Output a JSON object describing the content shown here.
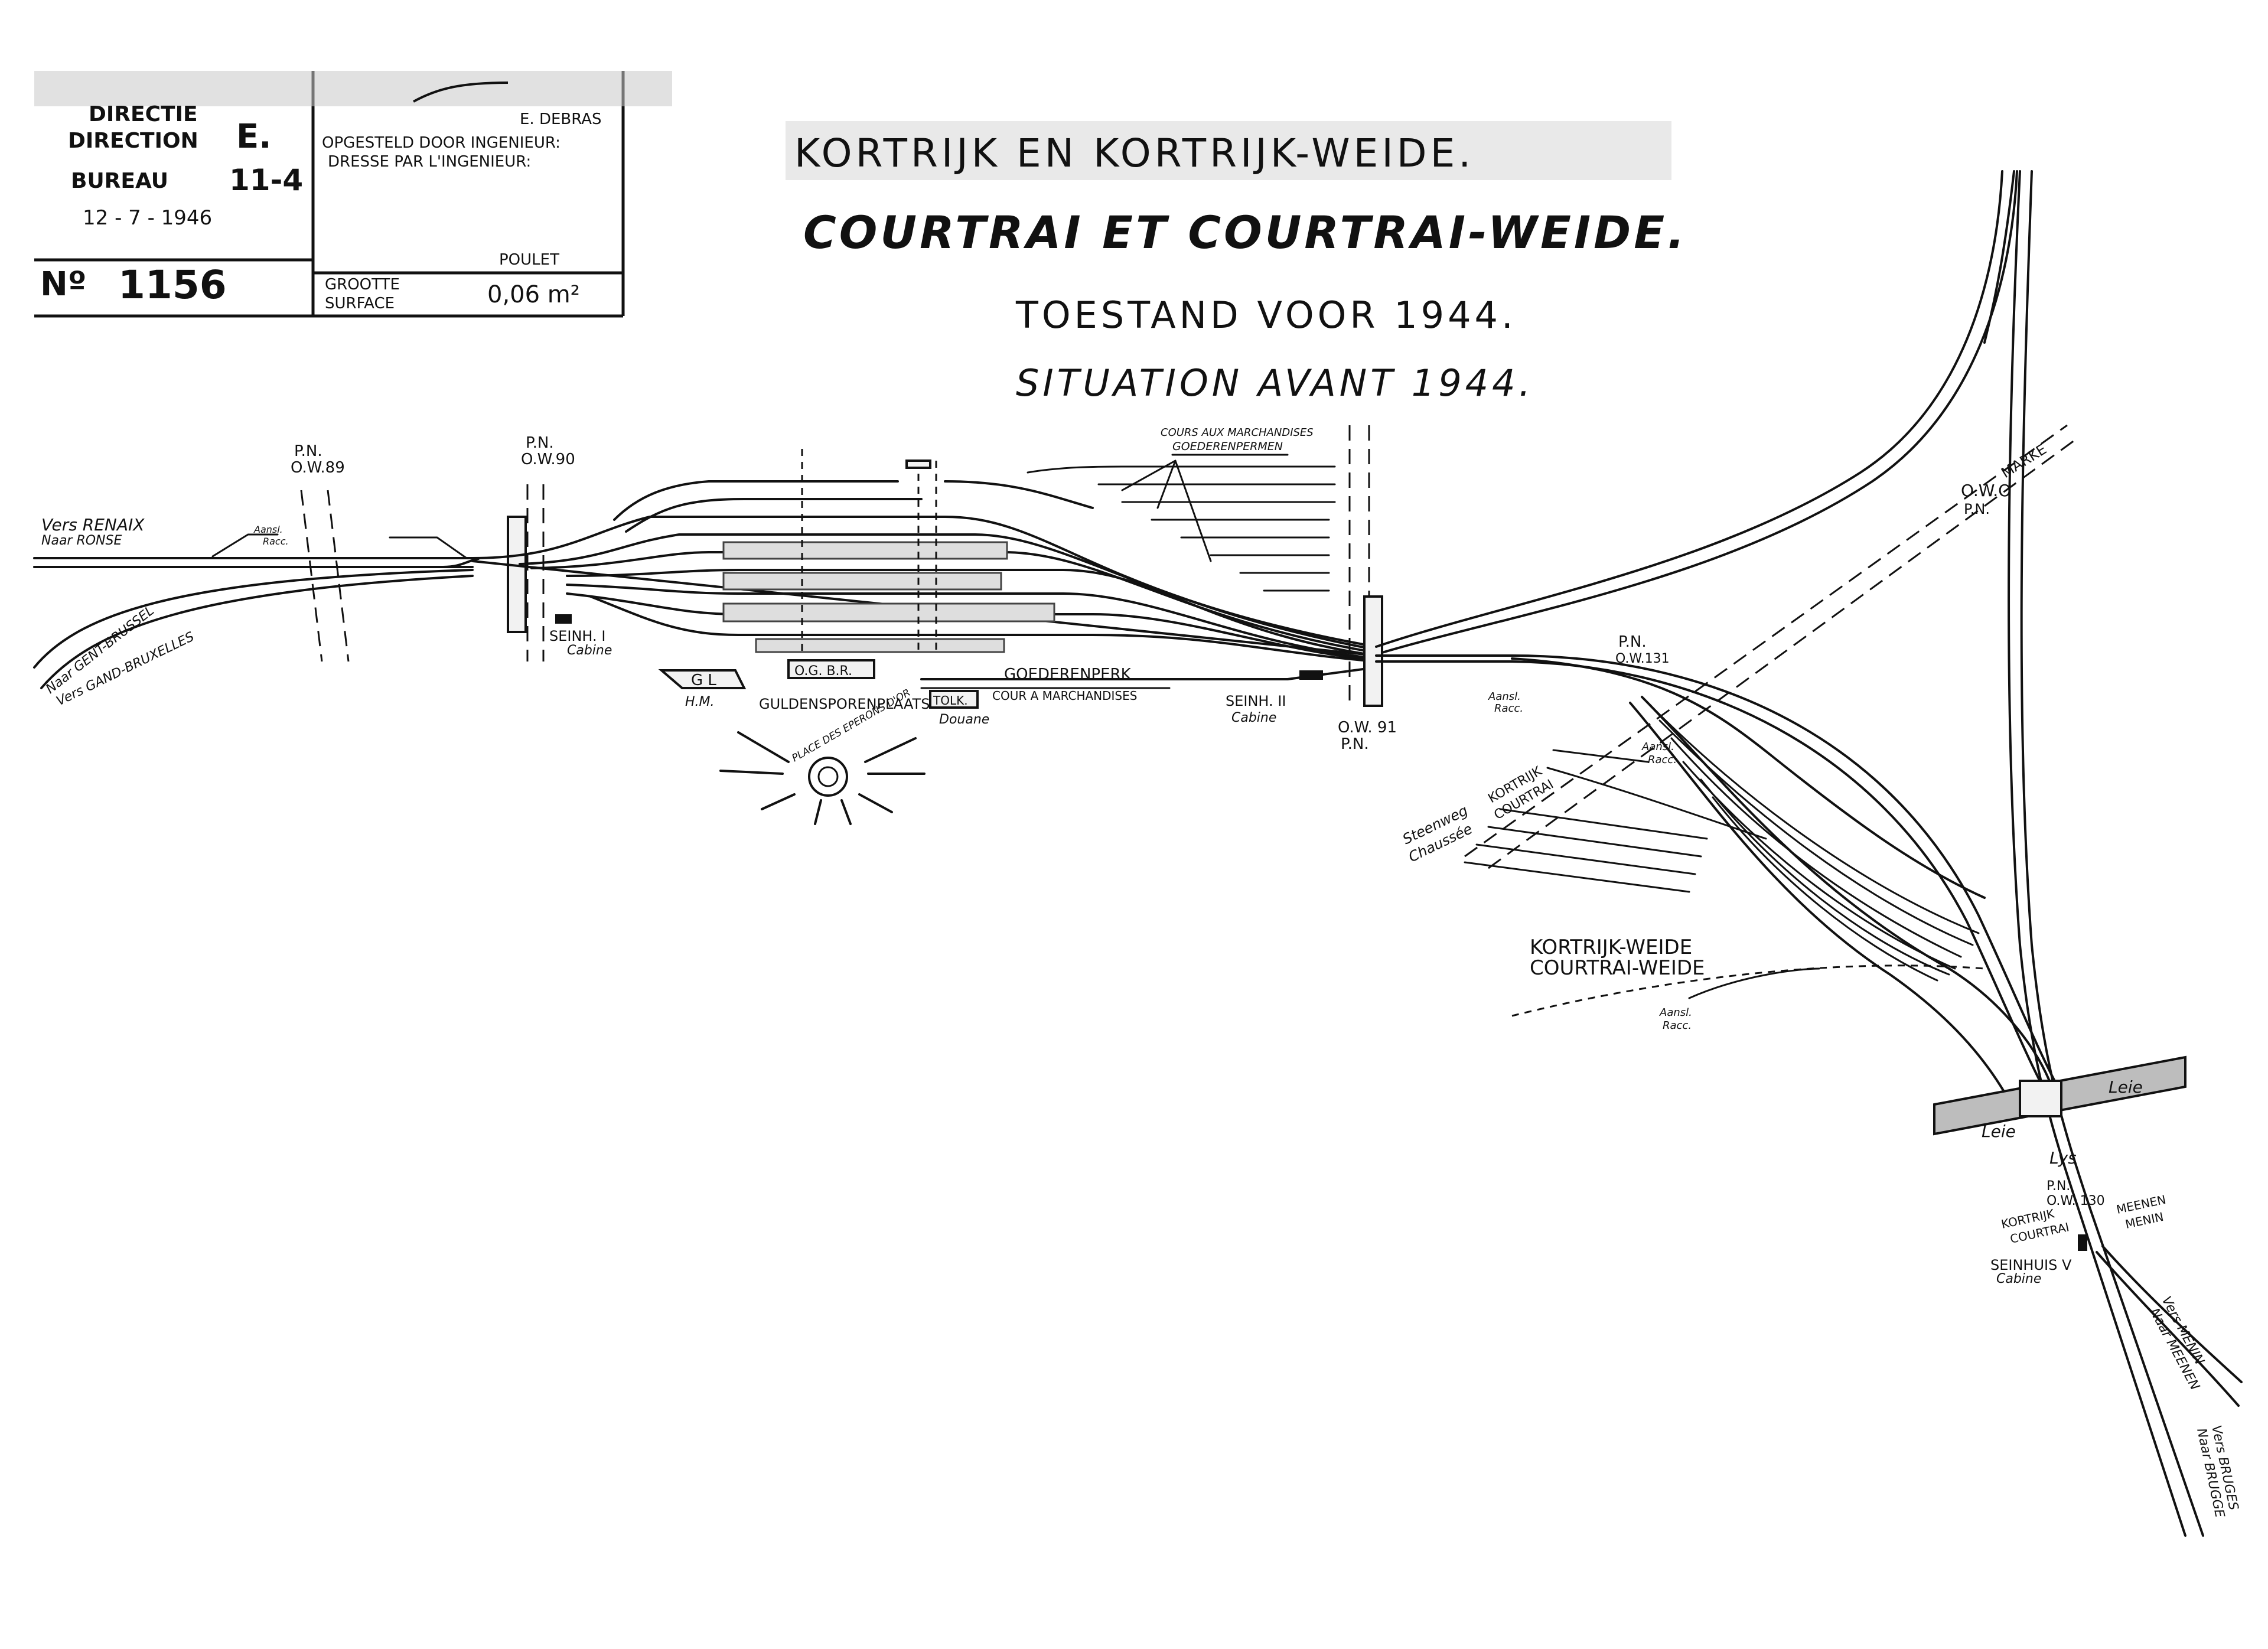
{
  "title_block": {
    "directie": "DIRECTIE",
    "direction": "DIRECTION",
    "direction_letter": "E.",
    "bureau_label": "BUREAU",
    "bureau_number": "11-4",
    "date": "12 - 7 - 1946",
    "number_label": "Nº",
    "number": "1156",
    "engineer_name": "E. DEBRAS",
    "drawn_by_nl": "OPGESTELD DOOR INGENIEUR:",
    "drawn_by_fr": "DRESSE PAR L'INGENIEUR:",
    "drafter": "POULET",
    "size_nl": "GROOTTE",
    "size_fr": "SURFACE",
    "size_value": "0,06 m²"
  },
  "titles": {
    "line1": "KORTRIJK EN KORTRIJK-WEIDE.",
    "line2": "COURTRAI ET COURTRAI-WEIDE.",
    "line3": "TOESTAND VOOR 1944.",
    "line4": "SITUATION AVANT 1944."
  },
  "labels": {
    "pn": "P.N.",
    "ow89": "O.W.89",
    "ow90": "O.W.90",
    "vers_renaix": "Vers RENAIX",
    "naar_ronse": "Naar RONSE",
    "aansl": "Aansl.",
    "racc": "Racc.",
    "naar_gent": "Naar GENT-BRUSSEL",
    "vers_gand": "Vers GAND-BRUXELLES",
    "seinh1": "SEINH. I",
    "cabine": "Cabine",
    "gl": "G L",
    "hm": "H.M.",
    "ogbr": "O.G. B.R.",
    "guldensporenplaats": "GULDENSPORENPLAATS",
    "place_eperons": "PLACE DES EPERONS D'OR",
    "tolk": "TOLK.",
    "douane": "Douane",
    "goederenperk": "GOEDERENPERK",
    "cour_march": "COUR A MARCHANDISES",
    "cours_aux_march": "COURS AUX MARCHANDISES",
    "goederenpermen": "GOEDERENPERMEN",
    "seinh2": "SEINH. II",
    "ow91": "O.W. 91",
    "pn_ow131": "P.N.",
    "ow131": "O.W.131",
    "steenweg": "Steenweg",
    "chaussee": "Chaussée",
    "kortrijk": "KORTRIJK",
    "courtrai": "COURTRAI",
    "marke": "MARKE",
    "ow0": "O.W.O",
    "pn0": "P.N.",
    "weide_nl": "KORTRIJK-WEIDE",
    "weide_fr": "COURTRAI-WEIDE",
    "leie": "Leie",
    "lys": "Lys",
    "pn130": "P.N.",
    "ow130": "O.W. 130",
    "kortrijk2": "KORTRIJK",
    "courtrai2": "COURTRAI",
    "meenen": "MEENEN",
    "menin": "MENIN",
    "seinhuis5": "SEINHUIS V",
    "cabine5": "Cabine",
    "vers_menin": "Vers MENIN",
    "naar_meenen": "Naar MEENEN",
    "vers_bruges": "Vers BRUGES",
    "naar_brugge": "Naar BRUGGE"
  }
}
